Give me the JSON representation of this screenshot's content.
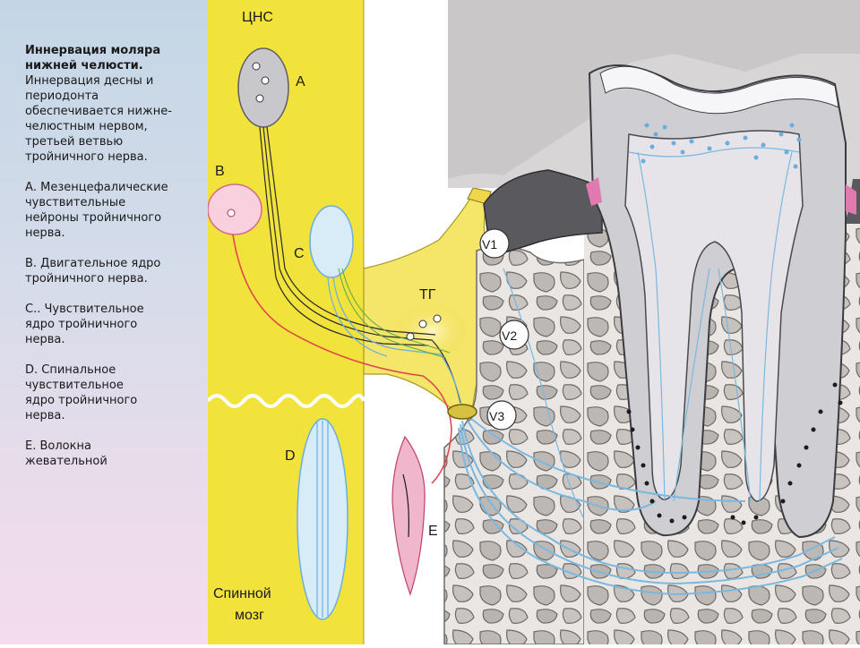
{
  "sidebar": {
    "title": "Иннервация моляра\nнижней челюсти.",
    "intro": "Иннервация десны и\nпериодонта\nобеспечивается нижне-\nчелюстным нервом,\nтретьей ветвью\nтройничного нерва.",
    "items": [
      "А. Мезенцефалические\nчувствительные\nнейроны тройничного\nнерва.",
      "В. Двигательное ядро\nтройничного нерва.",
      "С.. Чувствительное\nядро тройничного\nнерва.",
      "D. Спинальное\nчувствительное\nядро тройничного\nнерва.",
      "Е. Волокна\nжевательной"
    ]
  },
  "diagram": {
    "cns_label": "ЦНС",
    "label_a": "A",
    "label_b": "B",
    "label_c": "C",
    "label_d": "D",
    "label_e": "E",
    "tg_label": "ТГ",
    "v1_label": "V1",
    "v2_label": "V2",
    "v3_label": "V3",
    "spinal_cord_line1": "Спинной",
    "spinal_cord_line2": "мозг",
    "colors": {
      "cns_yellow": "#f2e23c",
      "nerve_yellow": "#f5e66a",
      "nerve_blue": "#7ab8e0",
      "motor_red": "#e0404a",
      "tooth": "#cfcfd3",
      "bone": "#c7c3c0",
      "gum": "#5a5a5e"
    }
  }
}
